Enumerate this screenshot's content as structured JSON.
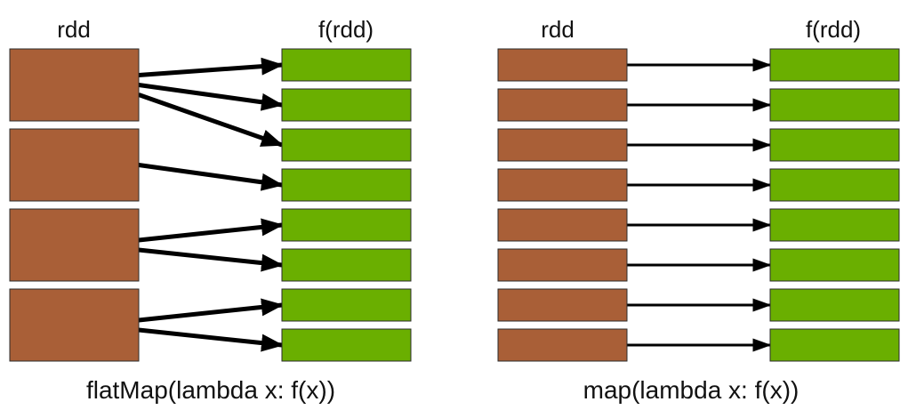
{
  "colors": {
    "rdd_fill": "#a95f37",
    "result_fill": "#6aaf00",
    "box_stroke": "#2b2b2b",
    "arrow": "#000000"
  },
  "flatmap": {
    "rdd_label": "rdd",
    "result_label": "f(rdd)",
    "caption": "flatMap(lambda x: f(x))",
    "input_count": 4,
    "output_count": 8,
    "mapping": [
      [
        0,
        1,
        2
      ],
      [
        3
      ],
      [
        4,
        5
      ],
      [
        6,
        7
      ]
    ]
  },
  "map": {
    "rdd_label": "rdd",
    "result_label": "f(rdd)",
    "caption": "map(lambda x: f(x))",
    "input_count": 8,
    "output_count": 8
  }
}
